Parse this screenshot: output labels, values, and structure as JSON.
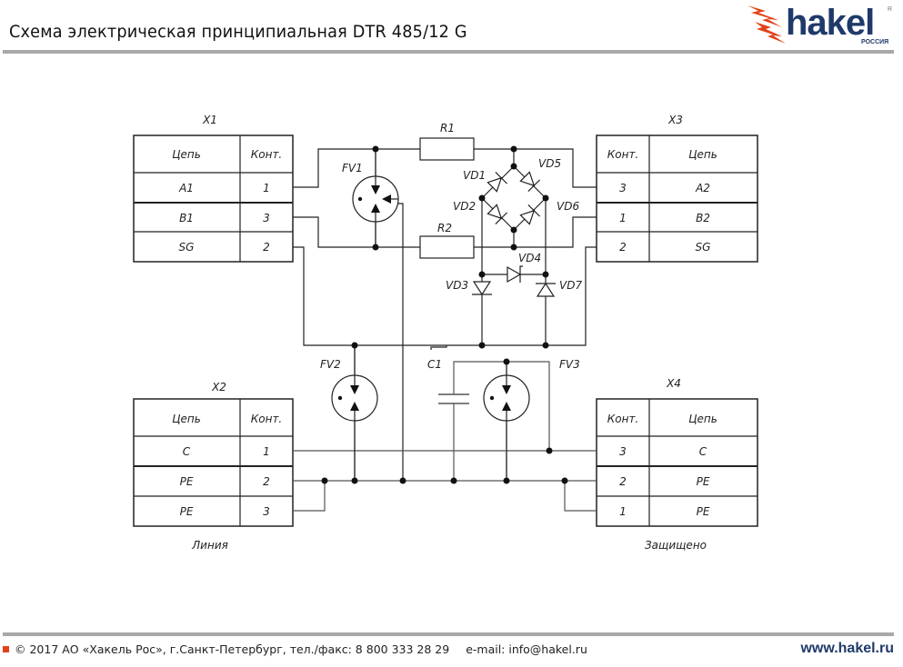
{
  "header": {
    "title": "Схема электрическая принципиальная DTR 485/12 G",
    "logo_text": "hakel",
    "logo_sub": "РОССИЯ",
    "logo_reg": "R",
    "brand_color": "#1f3a6a",
    "accent_color": "#e2401a"
  },
  "connectors": {
    "x1": {
      "name": "X1",
      "headers": [
        "Цепь",
        "Конт."
      ],
      "rows": [
        [
          "A1",
          "1"
        ],
        [
          "B1",
          "3"
        ],
        [
          "SG",
          "2"
        ]
      ]
    },
    "x2": {
      "name": "X2",
      "headers": [
        "Цепь",
        "Конт."
      ],
      "rows": [
        [
          "C",
          "1"
        ],
        [
          "PE",
          "2"
        ],
        [
          "PE",
          "3"
        ]
      ],
      "caption": "Линия"
    },
    "x3": {
      "name": "X3",
      "headers": [
        "Конт.",
        "Цепь"
      ],
      "rows": [
        [
          "3",
          "A2"
        ],
        [
          "1",
          "B2"
        ],
        [
          "2",
          "SG"
        ]
      ]
    },
    "x4": {
      "name": "X4",
      "headers": [
        "Конт.",
        "Цепь"
      ],
      "rows": [
        [
          "3",
          "C"
        ],
        [
          "2",
          "PE"
        ],
        [
          "1",
          "PE"
        ]
      ],
      "caption": "Защищено"
    }
  },
  "components": {
    "r1": "R1",
    "r2": "R2",
    "fv1": "FV1",
    "fv2": "FV2",
    "fv3": "FV3",
    "c1": "C1",
    "vd1": "VD1",
    "vd2": "VD2",
    "vd3": "VD3",
    "vd4": "VD4",
    "vd5": "VD5",
    "vd6": "VD6",
    "vd7": "VD7"
  },
  "footer": {
    "copyright": "© 2017 АО «Хакель Рос», г.Санкт-Петербург, тел./факс: 8 800 333 28 29",
    "email": "e-mail: info@hakel.ru",
    "website": "www.hakel.ru"
  }
}
